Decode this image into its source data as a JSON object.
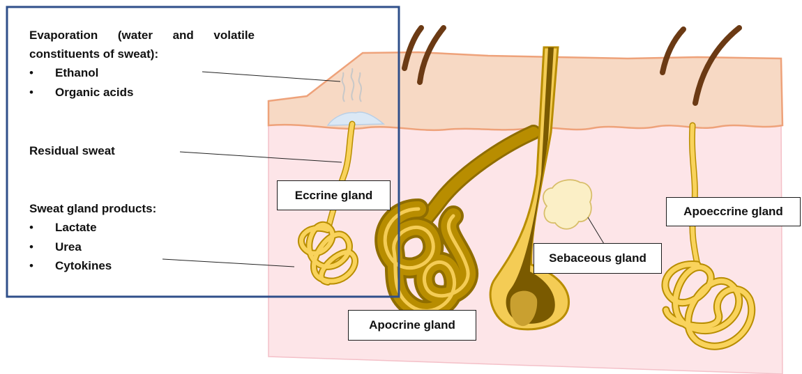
{
  "info_panel": {
    "evaporation": {
      "heading_line1": "Evaporation (water and volatile",
      "heading_line2": "constituents of sweat):",
      "items": [
        "Ethanol",
        "Organic acids"
      ]
    },
    "residual": {
      "heading": "Residual sweat"
    },
    "products": {
      "heading": "Sweat gland products:",
      "items": [
        "Lactate",
        "Urea",
        "Cytokines"
      ]
    },
    "bullet_glyph": "•"
  },
  "labels": {
    "eccrine": "Eccrine gland",
    "apocrine": "Apocrine gland",
    "sebaceous": "Sebaceous gland",
    "apoeccrine": "Apoeccrine gland"
  },
  "colors": {
    "panel_border": "#2f4f8a",
    "epidermis": "#f7d9c4",
    "epidermis_edge": "#eea27a",
    "dermis": "#fde5e8",
    "gland_yellow": "#f9d35c",
    "gland_gold": "#b88d00",
    "hair": "#6b3a14",
    "sweat_drop": "#dbe8f5",
    "sebaceous": "#fbefc6"
  }
}
